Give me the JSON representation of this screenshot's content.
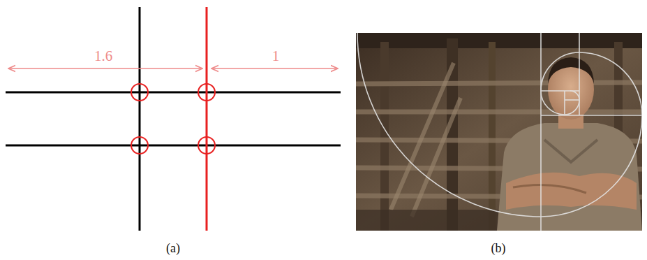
{
  "diagram": {
    "labels": [
      "1.6",
      "1",
      "(a)",
      "(b)"
    ]
  }
}
